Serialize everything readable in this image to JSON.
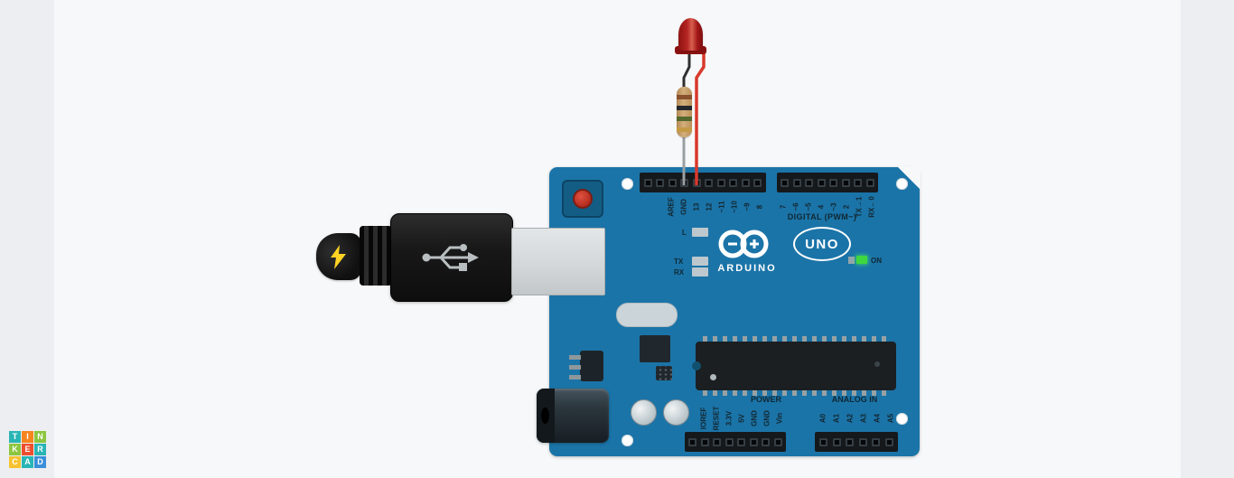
{
  "app": {
    "name": "Tinkercad Circuits canvas"
  },
  "logo": {
    "tiles": [
      {
        "letter": "T",
        "color": "#29b5b5"
      },
      {
        "letter": "I",
        "color": "#f6851f"
      },
      {
        "letter": "N",
        "color": "#8cc63e"
      },
      {
        "letter": "K",
        "color": "#8cc63e"
      },
      {
        "letter": "E",
        "color": "#ee4f2e"
      },
      {
        "letter": "R",
        "color": "#29b5b5"
      },
      {
        "letter": "C",
        "color": "#f7c231"
      },
      {
        "letter": "A",
        "color": "#29b5b5"
      },
      {
        "letter": "D",
        "color": "#3a8fd9"
      }
    ]
  },
  "board": {
    "pcb_color": "#1b74a8",
    "brand_label": "ARDUINO",
    "model_label": "UNO",
    "digital_section_label": "DIGITAL (PWM~)",
    "power_section_label": "POWER",
    "analog_section_label": "ANALOG IN",
    "on_label": "ON",
    "on_led_color": "#3fd73f",
    "led_labels": {
      "l": "L",
      "tx": "TX",
      "rx": "RX"
    },
    "digital_pins_left": [
      "AREF",
      "GND",
      "13",
      "12",
      "~11",
      "~10",
      "~9",
      "8"
    ],
    "digital_pins_right": [
      "7",
      "~6",
      "~5",
      "4",
      "~3",
      "2",
      "TX→1",
      "RX←0"
    ],
    "power_pins": [
      "IOREF",
      "RESET",
      "3.3V",
      "5V",
      "GND",
      "GND",
      "Vin"
    ],
    "analog_pins": [
      "A0",
      "A1",
      "A2",
      "A3",
      "A4",
      "A5"
    ]
  },
  "components": {
    "led": {
      "type": "LED",
      "body_color": "#b32322"
    },
    "resistor": {
      "type": "Resistor",
      "body_color": "#c9a06b",
      "bands": [
        "#8a512e",
        "#23272b",
        "#54682e",
        "#c59a45"
      ]
    },
    "usb_cable": {
      "type": "USB Cable",
      "bolt_color": "#ffd324"
    }
  },
  "wires": {
    "anode": {
      "color": "#d8392c",
      "to_pin": "13"
    },
    "cathode": {
      "color": "#303030",
      "to_pin": "GND"
    }
  }
}
